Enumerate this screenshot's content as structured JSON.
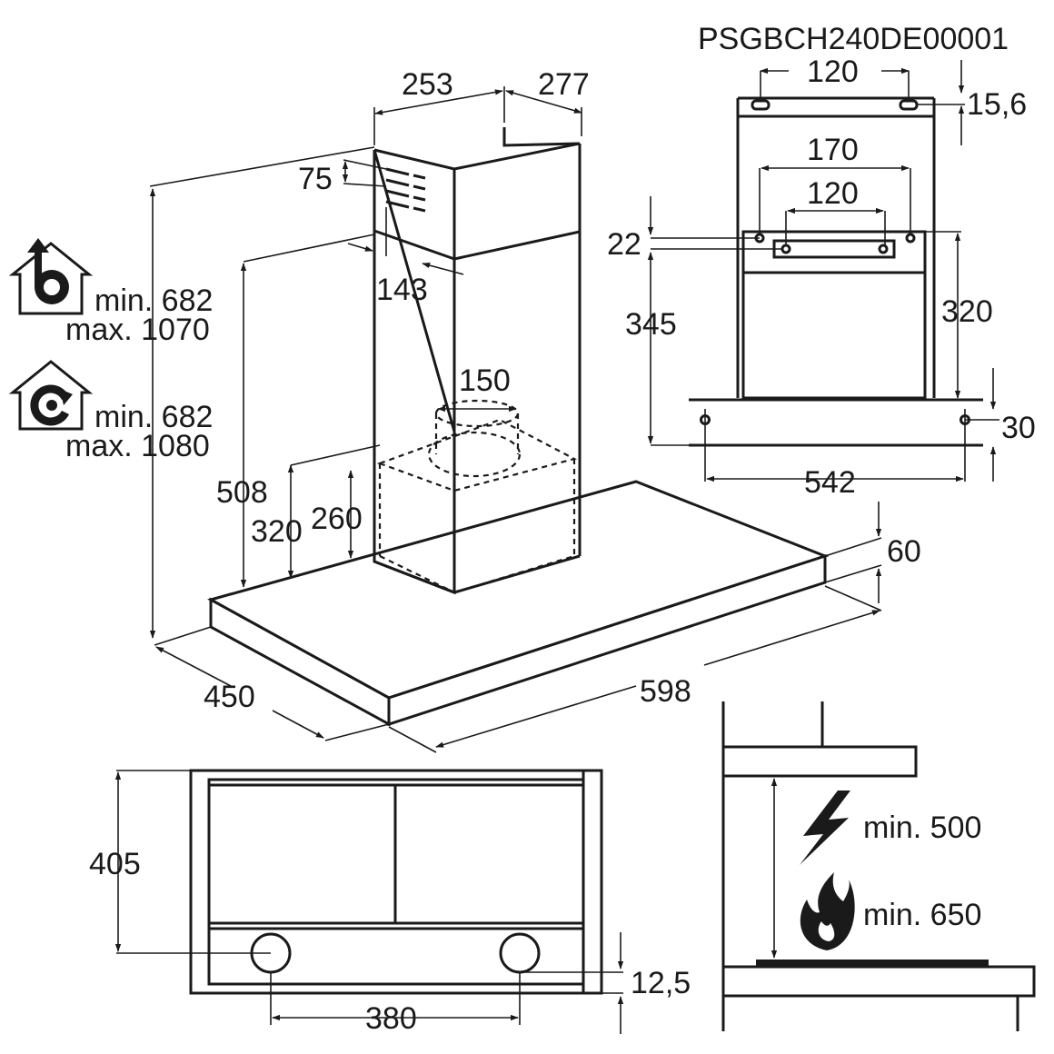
{
  "model_code": "PSGBCH240DE00001",
  "main_view": {
    "chimney_width": "253",
    "chimney_depth": "277",
    "vent_offset": "75",
    "chimney_overlap": "143",
    "duct_diameter": "150",
    "duct_level": "508",
    "inner_height_a": "320",
    "inner_height_b": "260",
    "hood_depth": "450",
    "hood_width": "598",
    "canopy_thickness": "60"
  },
  "extraction_mode": {
    "icon": "duct-extraction-icon",
    "min": "min. 682",
    "max": "max. 1070"
  },
  "recirculation_mode": {
    "icon": "recirculation-icon",
    "min": "min. 682",
    "max": "max. 1080"
  },
  "bracket_view": {
    "top_hole_spacing": "120",
    "top_offset": "15,6",
    "outer_hole_spacing": "170",
    "inner_hole_spacing": "120",
    "bracket_offset": "22",
    "bracket_height": "320",
    "total_height": "345",
    "base_offset": "30",
    "base_hole_spacing": "542"
  },
  "bottom_view": {
    "depth": "405",
    "light_spacing": "380",
    "light_offset": "12,5"
  },
  "clearance": {
    "electric_icon": "lightning-icon",
    "electric": "min. 500",
    "gas_icon": "flame-icon",
    "gas": "min. 650"
  }
}
